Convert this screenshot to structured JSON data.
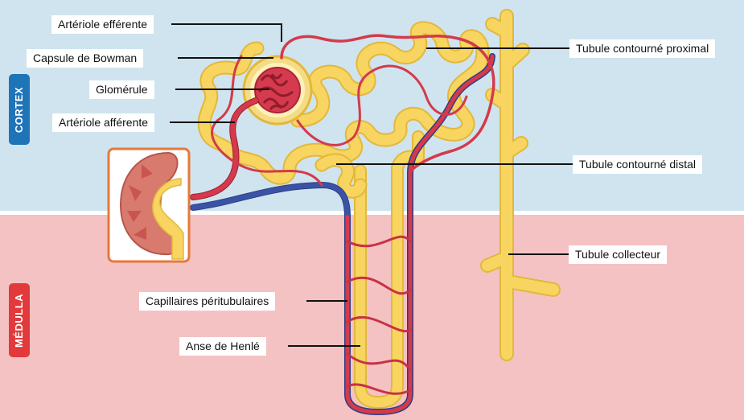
{
  "colors": {
    "cortex_bg": "#cfe4ef",
    "medulla_bg": "#f4c2c2",
    "tubule": "#f7d560",
    "tubule_edge": "#e3b83a",
    "artery": "#d43a4b",
    "vein": "#3b53a6",
    "cortex_tag": "#1f74b8",
    "medulla_tag": "#e23a3c",
    "inset_border": "#e8783a"
  },
  "zones": {
    "cortex": "CORTEX",
    "medulla": "MÉDULLA"
  },
  "labels": {
    "arteriole_efferente": "Artériole efférente",
    "capsule_bowman": "Capsule de Bowman",
    "glomerule": "Glomérule",
    "arteriole_afferente": "Artériole afférente",
    "tubule_proximal": "Tubule contourné proximal",
    "tubule_distal": "Tubule contourné distal",
    "tubule_collecteur": "Tubule collecteur",
    "capillaires": "Capillaires péritubulaires",
    "anse_henle": "Anse de Henlé"
  }
}
